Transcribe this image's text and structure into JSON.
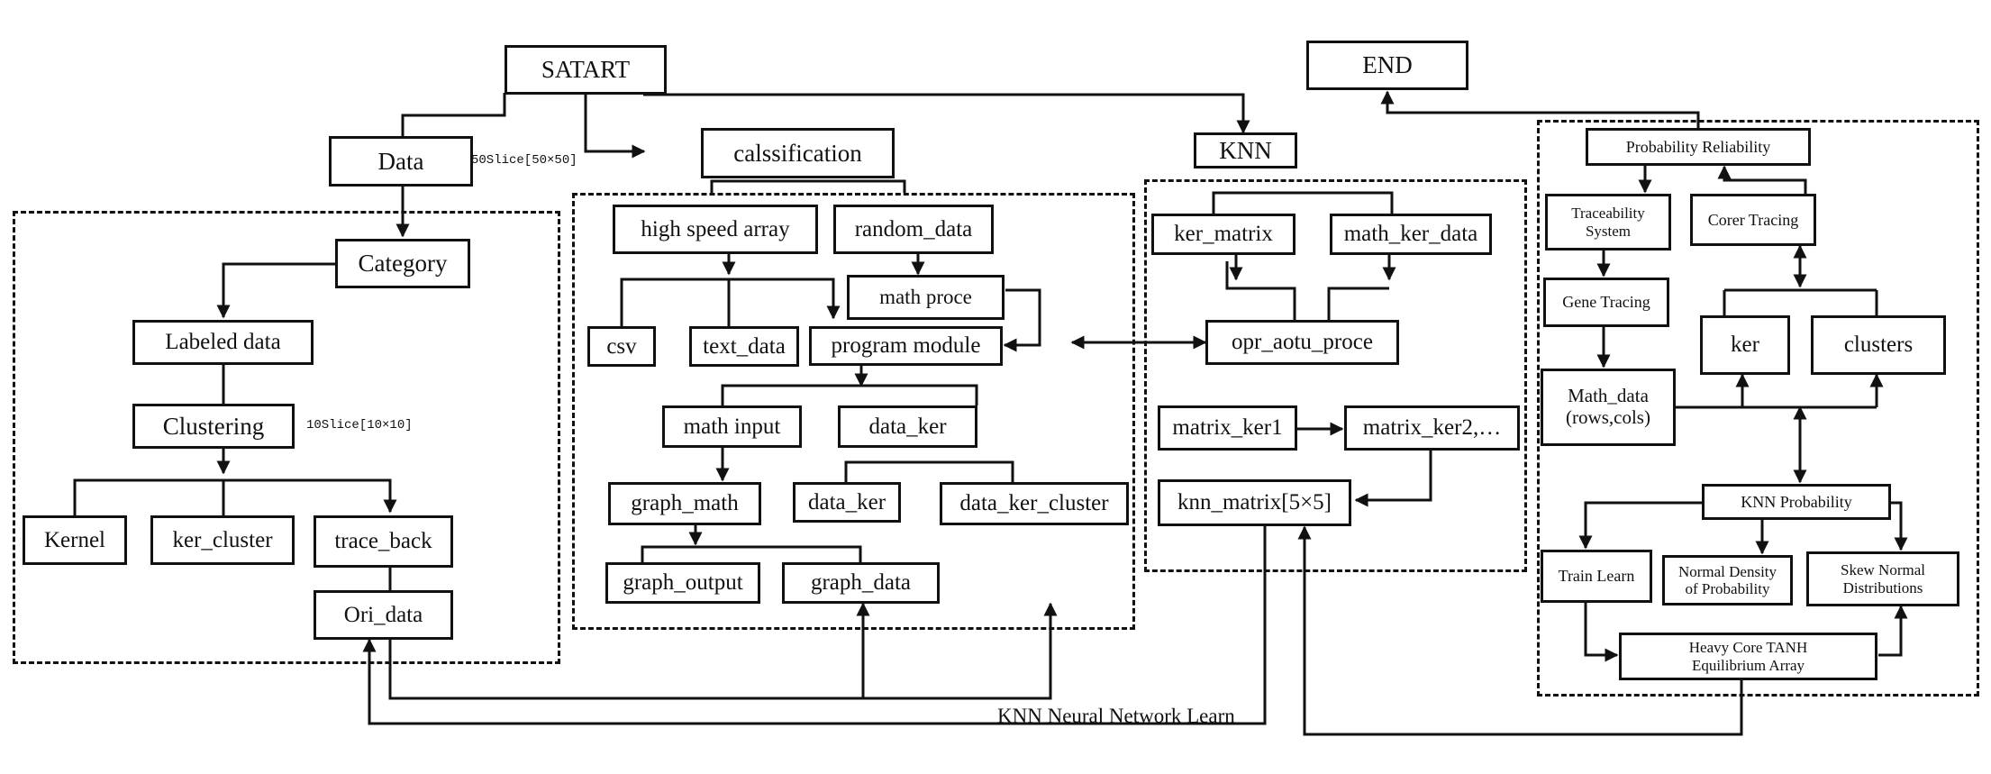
{
  "nodes": {
    "start": "SATART",
    "end": "END",
    "data": "Data",
    "classification": "calssification",
    "knn": "KNN",
    "category": "Category",
    "labeled_data": "Labeled data",
    "clustering": "Clustering",
    "kernel": "Kernel",
    "ker_cluster": "ker_cluster",
    "trace_back": "trace_back",
    "ori_data": "Ori_data",
    "high_speed_array": "high speed array",
    "random_data": "random_data",
    "math_proce": "math proce",
    "csv": "csv",
    "text_data": "text_data",
    "program_module": "program module",
    "math_input": "math input",
    "data_ker_top": "data_ker",
    "graph_math": "graph_math",
    "data_ker_bottom": "data_ker",
    "data_ker_cluster": "data_ker_cluster",
    "graph_output": "graph_output",
    "graph_data": "graph_data",
    "ker_matrix": "ker_matrix",
    "math_ker_data": "math_ker_data",
    "opr_aotu_proce": "opr_aotu_proce",
    "matrix_ker1": "matrix_ker1",
    "matrix_ker2": "matrix_ker2,…",
    "knn_matrix": "knn_matrix[5×5]",
    "probability_reliability": "Probability Reliability",
    "traceability_system": [
      "Traceability",
      "System"
    ],
    "corer_tracing": "Corer Tracing",
    "gene_tracing": "Gene Tracing",
    "ker": "ker",
    "clusters": "clusters",
    "math_data": [
      "Math_data",
      "(rows,cols)"
    ],
    "knn_probability": "KNN Probability",
    "train_learn": "Train Learn",
    "normal_density": [
      "Normal Density",
      "of Probability"
    ],
    "skew_normal": [
      "Skew Normal",
      "Distributions"
    ],
    "heavy_core": [
      "Heavy Core TANH",
      "Equilibrium Array"
    ]
  },
  "annotations": {
    "slice_50": "50Slice[50×50]",
    "slice_10": "10Slice[10×10]",
    "network_learn": "KNN Neural Network Learn"
  },
  "colors": {
    "line": "#111111",
    "background": "#ffffff"
  }
}
